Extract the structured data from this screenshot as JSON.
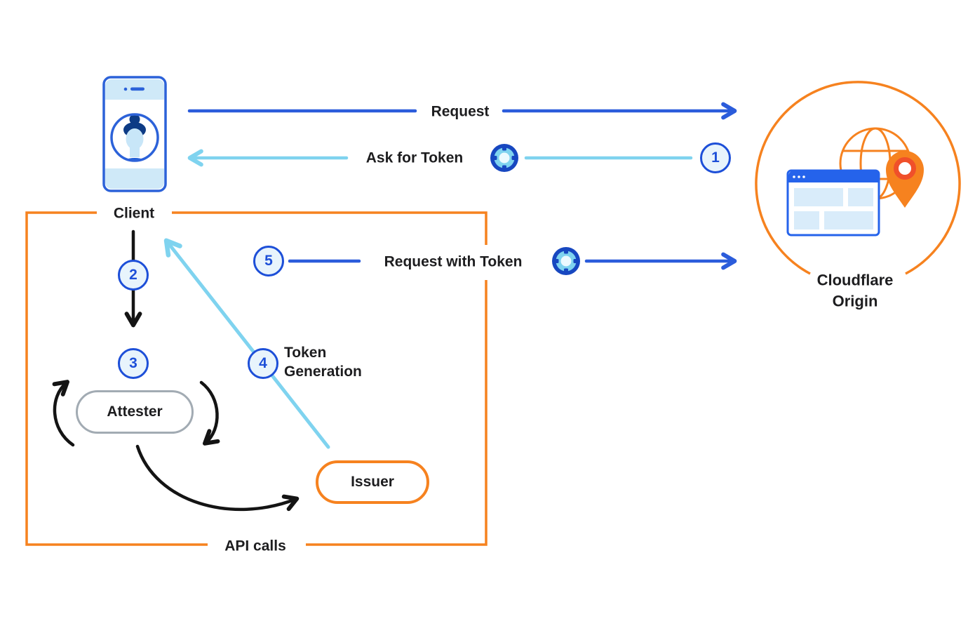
{
  "diagram": {
    "nodes": {
      "client": {
        "label": "Client"
      },
      "attester": {
        "label": "Attester"
      },
      "issuer": {
        "label": "Issuer"
      },
      "cloudflare_origin": {
        "label_line1": "Cloudflare",
        "label_line2": "Origin"
      }
    },
    "edges": {
      "request": {
        "label": "Request"
      },
      "ask_for_token": {
        "label": "Ask for Token"
      },
      "request_with_token": {
        "label": "Request with Token"
      },
      "token_generation": {
        "label_line1": "Token",
        "label_line2": "Generation"
      },
      "api_calls": {
        "label": "API calls"
      }
    },
    "steps": {
      "s1": "1",
      "s2": "2",
      "s3": "3",
      "s4": "4",
      "s5": "5"
    },
    "colors": {
      "blue": "#2b5cdb",
      "cyan": "#7fd3ef",
      "orange": "#f6821f",
      "gray_outline": "#a2abb3",
      "step_fill": "#e8f4fc",
      "step_border": "#1d4fd8",
      "pin_accent": "#f0502a",
      "text": "#1d1d1f"
    },
    "icons": {
      "client_device": "phone-icon",
      "client_user": "user-avatar-icon",
      "token": "token-icon",
      "origin_globe": "globe-icon",
      "origin_browser": "browser-window-icon",
      "origin_pin": "location-pin-icon"
    }
  }
}
